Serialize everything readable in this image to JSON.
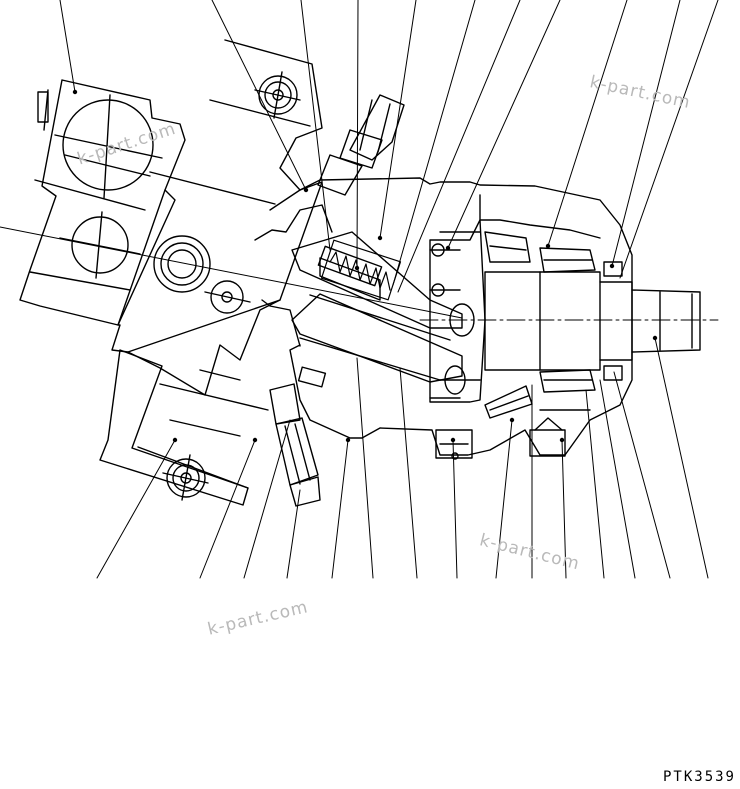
{
  "drawing": {
    "code": "PTK3539",
    "colors": {
      "line": "#000000",
      "background": "#ffffff",
      "watermark": "#b9b9b9"
    }
  },
  "watermarks": [
    "k-part.com",
    "k-part.com",
    "k-part.com",
    "k-part.com"
  ]
}
